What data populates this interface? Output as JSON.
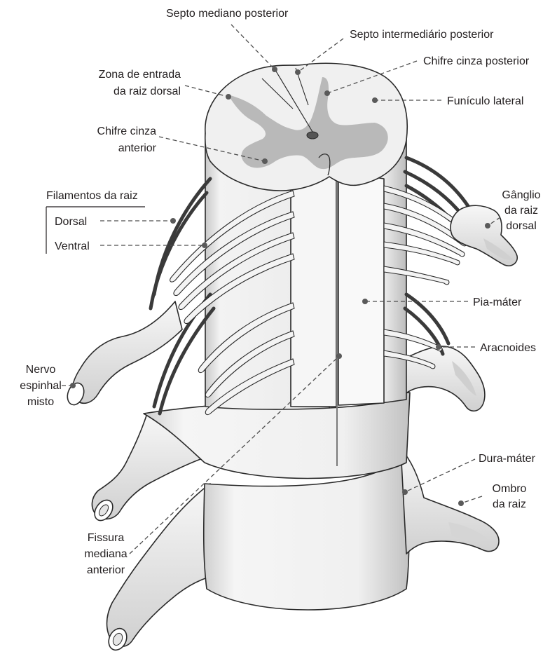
{
  "labels": {
    "septo_mediano_posterior": "Septo mediano posterior",
    "septo_intermediario_posterior": "Septo intermediário posterior",
    "chifre_cinza_posterior": "Chifre cinza posterior",
    "zona_entrada_line1": "Zona de entrada",
    "zona_entrada_line2": "da raiz dorsal",
    "funiculo_lateral": "Funículo lateral",
    "chifre_cinza_anterior_line1": "Chifre cinza",
    "chifre_cinza_anterior_line2": "anterior",
    "filamentos_da_raiz": "Filamentos da raiz",
    "dorsal": "Dorsal",
    "ventral": "Ventral",
    "ganglio_line1": "Gânglio",
    "ganglio_line2": "da raiz",
    "ganglio_line3": "dorsal",
    "pia_mater": "Pia-máter",
    "aracnoides": "Aracnoides",
    "nervo_line1": "Nervo",
    "nervo_line2": "espinhal",
    "nervo_line3": "misto",
    "dura_mater": "Dura-máter",
    "ombro_line1": "Ombro",
    "ombro_line2": "da raiz",
    "fissura_line1": "Fissura",
    "fissura_line2": "mediana",
    "fissura_line3": "anterior"
  },
  "colors": {
    "outline": "#2a2a2a",
    "cord_light": "#f2f2f2",
    "cord_shadow": "#c8c8c8",
    "gray_matter": "#b9b9b9",
    "dark_rootlet": "#3a3a3a",
    "leader": "#4d4d4d"
  }
}
